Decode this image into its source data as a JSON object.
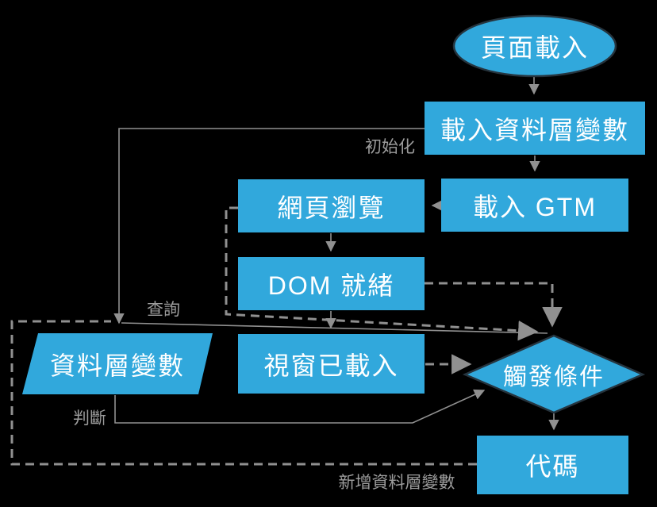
{
  "nodes": {
    "page_load": {
      "label": "頁面載入",
      "shape": "ellipse"
    },
    "load_datalayer": {
      "label": "載入資料層變數",
      "shape": "rect"
    },
    "load_gtm": {
      "label": "載入 GTM",
      "shape": "rect"
    },
    "pageview": {
      "label": "網頁瀏覽",
      "shape": "rect"
    },
    "dom_ready": {
      "label": "DOM 就緒",
      "shape": "rect"
    },
    "window_loaded": {
      "label": "視窗已載入",
      "shape": "rect"
    },
    "datalayer_vars": {
      "label": "資料層變數",
      "shape": "parallelogram"
    },
    "trigger_condition": {
      "label": "觸發條件",
      "shape": "diamond"
    },
    "tag": {
      "label": "代碼",
      "shape": "rect"
    }
  },
  "edge_labels": {
    "initialize": "初始化",
    "query": "查詢",
    "judge": "判斷",
    "add_datalayer": "新增資料層變數"
  },
  "colors": {
    "background": "#000000",
    "node_fill": "#31a8dc",
    "node_stroke": "#26343e",
    "connector": "#909090",
    "edge_label_text": "#9c9c9c",
    "node_text": "#ffffff"
  }
}
